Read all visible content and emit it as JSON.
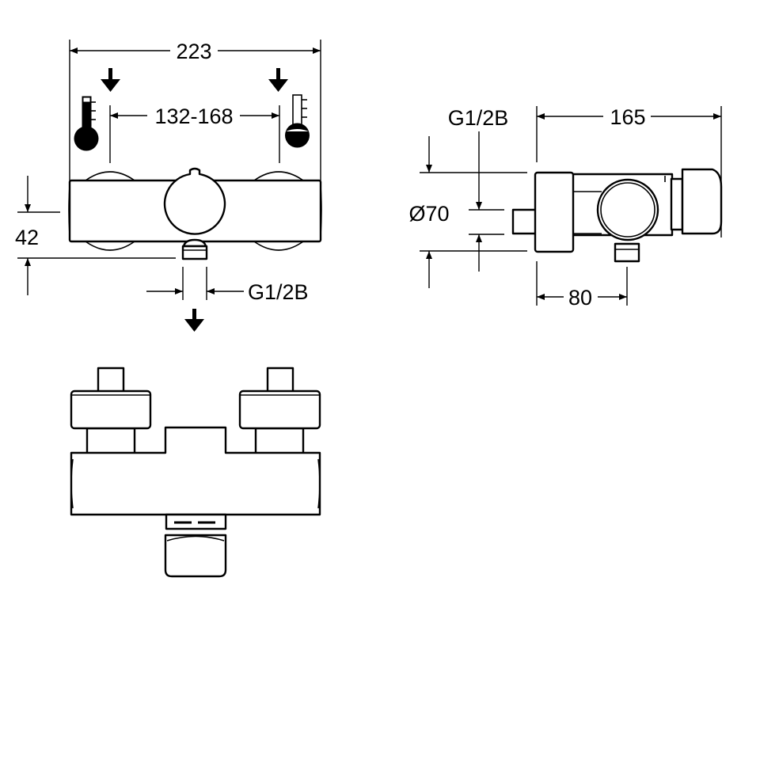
{
  "title": "Thermostatic shower mixer dimensional drawing",
  "front_view": {
    "width_label": "223",
    "centers_label": "132-168",
    "depth_label": "42",
    "outlet_thread_label": "G1/2B",
    "hot_icon": "thermometer-hot-icon",
    "cold_icon": "thermometer-cold-icon"
  },
  "side_view": {
    "depth_label": "165",
    "thread_label": "G1/2B",
    "diameter_label": "Ø70",
    "outlet_offset_label": "80"
  },
  "colors": {
    "line": "#000000",
    "background": "#ffffff"
  }
}
